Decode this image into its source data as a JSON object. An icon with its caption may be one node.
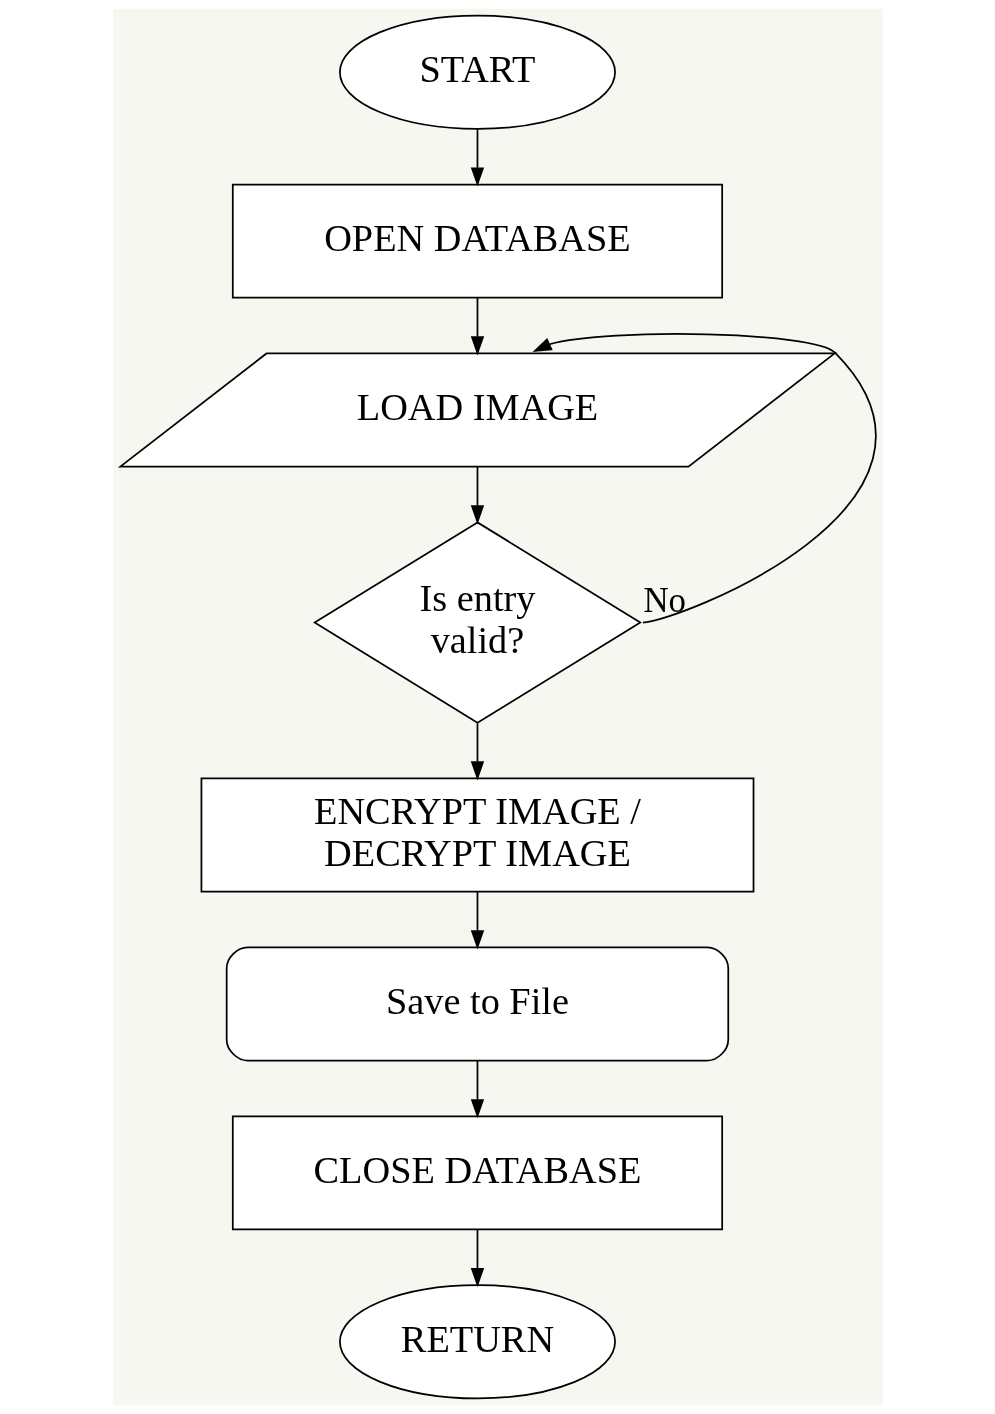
{
  "diagram": {
    "nodes": [
      {
        "text": [
          "START"
        ]
      },
      {
        "text": [
          "OPEN DATABASE"
        ]
      },
      {
        "text": [
          "LOAD IMAGE"
        ]
      },
      {
        "text": [
          "Is entry valid?"
        ]
      },
      {
        "text": [
          "ENCRYPT IMAGE / DECRYPT IMAGE"
        ]
      },
      {
        "text": [
          "Save to File"
        ]
      },
      {
        "text": [
          "CLOSE DATABASE"
        ]
      },
      {
        "text": [
          "RETURN"
        ]
      }
    ],
    "edges": [
      {
        "from": 0,
        "to": 1,
        "arrow": "to"
      },
      {
        "from": 1,
        "to": 2,
        "arrow": "to"
      },
      {
        "from": 2,
        "to": 3,
        "arrow": "to"
      },
      {
        "from": 3,
        "to": 2,
        "arrow": "to",
        "label": "No"
      },
      {
        "from": 3,
        "to": 4,
        "arrow": "to"
      },
      {
        "from": 4,
        "to": 5,
        "arrow": "to"
      },
      {
        "from": 5,
        "to": 6,
        "arrow": "to"
      },
      {
        "from": 6,
        "to": 7,
        "arrow": "to"
      }
    ]
  }
}
